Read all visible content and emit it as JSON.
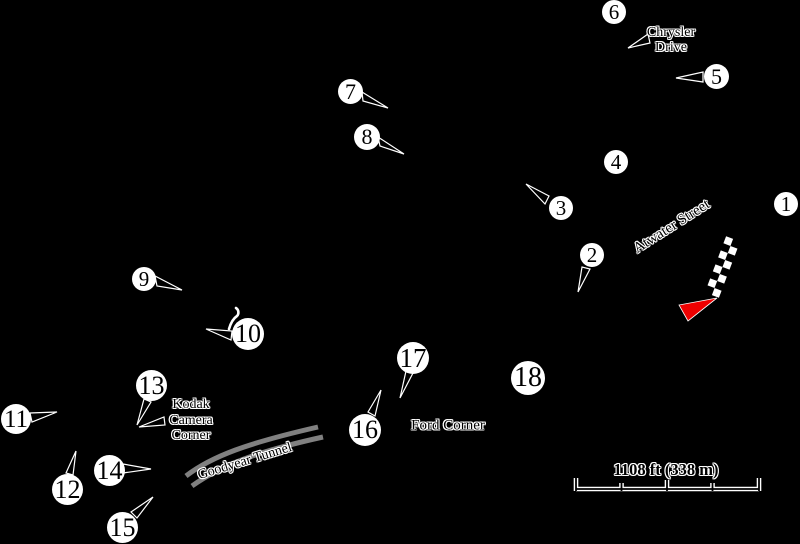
{
  "colors": {
    "background": "#000000",
    "marker_fill": "#ffffff",
    "marker_text": "#000000",
    "label_text": "#000000",
    "label_halo": "#ffffff",
    "arrow_red": "#ee0000",
    "tunnel_gray": "#808080",
    "checker_white": "#ffffff",
    "checker_black": "#000000"
  },
  "corners": [
    {
      "label": "1"
    },
    {
      "label": "2"
    },
    {
      "label": "3"
    },
    {
      "label": "4"
    },
    {
      "label": "5"
    },
    {
      "label": "6"
    },
    {
      "label": "7"
    },
    {
      "label": "8"
    },
    {
      "label": "9"
    },
    {
      "label": "10"
    },
    {
      "label": "11"
    },
    {
      "label": "12"
    },
    {
      "label": "13"
    },
    {
      "label": "14"
    },
    {
      "label": "15"
    },
    {
      "label": "16"
    },
    {
      "label": "17"
    },
    {
      "label": "18"
    }
  ],
  "labels": {
    "chrysler_line1": "Chrysler",
    "chrysler_line2": "Drive",
    "atwater_street": "Atwater Street",
    "kodak_line1": "Kodak",
    "kodak_line2": "Camera",
    "kodak_line3": "Corner",
    "ford_corner": "Ford Corner",
    "goodyear_tunnel": "Goodyear Tunnel"
  },
  "scale": {
    "label": "1108 ft (338 m)"
  },
  "icons": {
    "start_finish": "checkered-flag-icon",
    "race_direction": "red-arrow-icon"
  }
}
